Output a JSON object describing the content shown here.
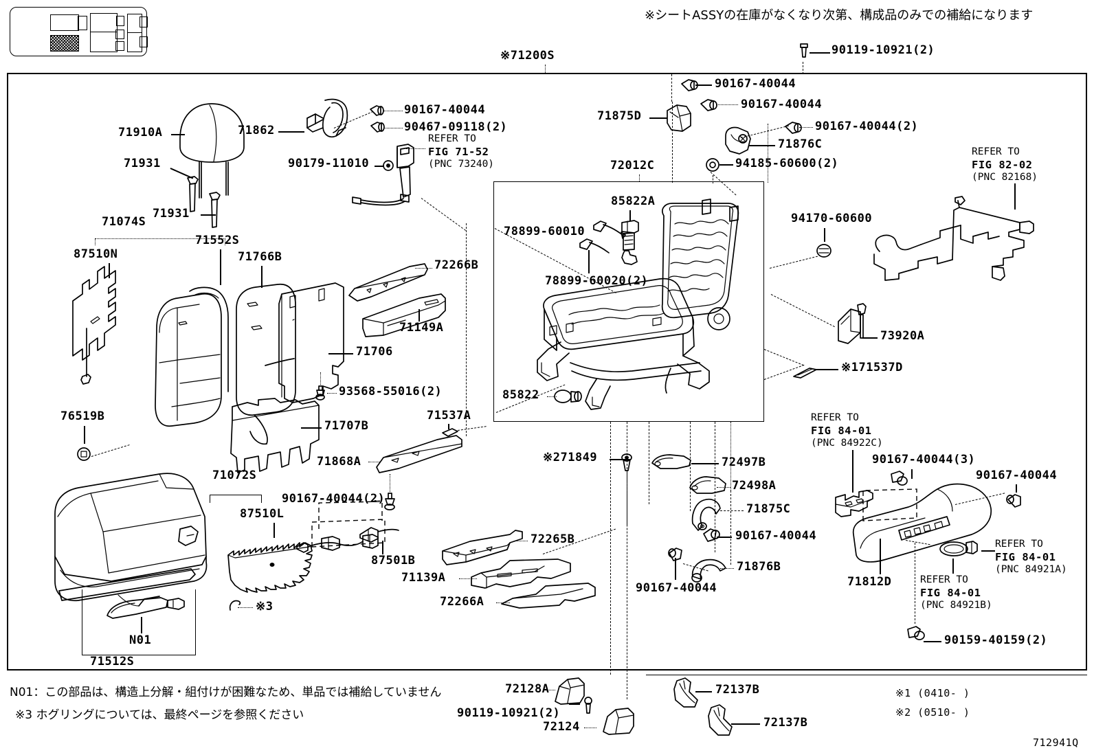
{
  "page": {
    "diagram_code": "712941Q",
    "header_note_jp": "※シートASSYの在庫がなくなり次第、構成品のみでの補給になります",
    "assembly_label": "※71200S"
  },
  "footer": {
    "note_n01": "N01：この部品は、構造上分解・組付けが困難なため、単品では補給していません",
    "note_hogring": "※3 ホグリングについては、最終ページを参照ください",
    "date_note_1": "※1 (0410-      )",
    "date_note_2": "※2 (0510-      )"
  },
  "callouts": {
    "headrest": "71910A",
    "headrest_stay_1": "71931",
    "headrest_stay_2": "71931",
    "hinge_cover": "71862",
    "screw_90167_top_hinge": "90167-40044",
    "screw_90467_09118": "90467-09118(2)",
    "refer_fig_71_52": {
      "l1": "REFER TO",
      "l2": "FIG 71-52",
      "l3": "(PNC 73240)"
    },
    "bolt_90179_11010": "90179-11010",
    "heater_back": "87510N",
    "seatback_group": "71074S",
    "seatback_cover": "71552S",
    "seatback_pad": "71766B",
    "seatback_board": "71706",
    "seatback_side_cover": "71149A",
    "seatback_upper_cover": "72266B",
    "screw_93568_55016": "93568-55016(2)",
    "seatback_lower_cover": "71707B",
    "wire_71868A": "71868A",
    "clip_71537A": "71537A",
    "hook_76519B": "76519B",
    "cushion_group": "71072S",
    "heater_cushion": "87510L",
    "screw_90167_cushion": "90167-40044(2)",
    "connector_87501B": "87501B",
    "hog_ring_note": "※3",
    "cushion_pad_n01": "N01",
    "cushion_cover": "71512S",
    "recliner_cover_d": "71875D",
    "screw_90167_a": "90167-40044",
    "screw_90167_b": "90167-40044",
    "screw_90167_c": "90167-40044(2)",
    "recliner_cover_c": "71876C",
    "nut_94185_60600": "94185-60600(2)",
    "frame_assy": "72012C",
    "motor_85822A": "85822A",
    "bolt_78899_60010": "78899-60010",
    "bolt_78899_60020": "78899-60020(2)",
    "motor_85822": "85822",
    "nut_94170_60600": "94170-60600",
    "refer_fig_82_02": {
      "l1": "REFER TO",
      "l2": "FIG 82-02",
      "l3": "(PNC 82168)"
    },
    "spacer_73920A": "73920A",
    "shim_171537D": "※171537D",
    "clip_271849": "※271849",
    "lever_72497B": "72497B",
    "lever_72498A": "72498A",
    "cover_71875C": "71875C",
    "screw_90167_d": "90167-40044",
    "cover_71876B": "71876B",
    "screw_90167_e": "90167-40044",
    "rail_cover_72265B": "72265B",
    "rail_cover_71139A": "71139A",
    "rail_cover_72266A": "72266A",
    "refer_fig_84_01_c": {
      "l1": "REFER TO",
      "l2": "FIG 84-01",
      "l3": "(PNC 84922C)"
    },
    "screw_90167_f": "90167-40044(3)",
    "screw_90167_g": "90167-40044",
    "armrest_71812D": "71812D",
    "refer_fig_84_01_a": {
      "l1": "REFER TO",
      "l2": "FIG 84-01",
      "l3": "(PNC 84921A)"
    },
    "refer_fig_84_01_b": {
      "l1": "REFER TO",
      "l2": "FIG 84-01",
      "l3": "(PNC 84921B)"
    },
    "screw_90159_40159": "90159-40159(2)",
    "bolt_90119_10921_top": "90119-10921(2)",
    "bolt_90119_10921_bot": "90119-10921(2)",
    "cap_72128A": "72128A",
    "cap_72124": "72124",
    "bracket_72137B_1": "72137B",
    "bracket_72137B_2": "72137B"
  }
}
